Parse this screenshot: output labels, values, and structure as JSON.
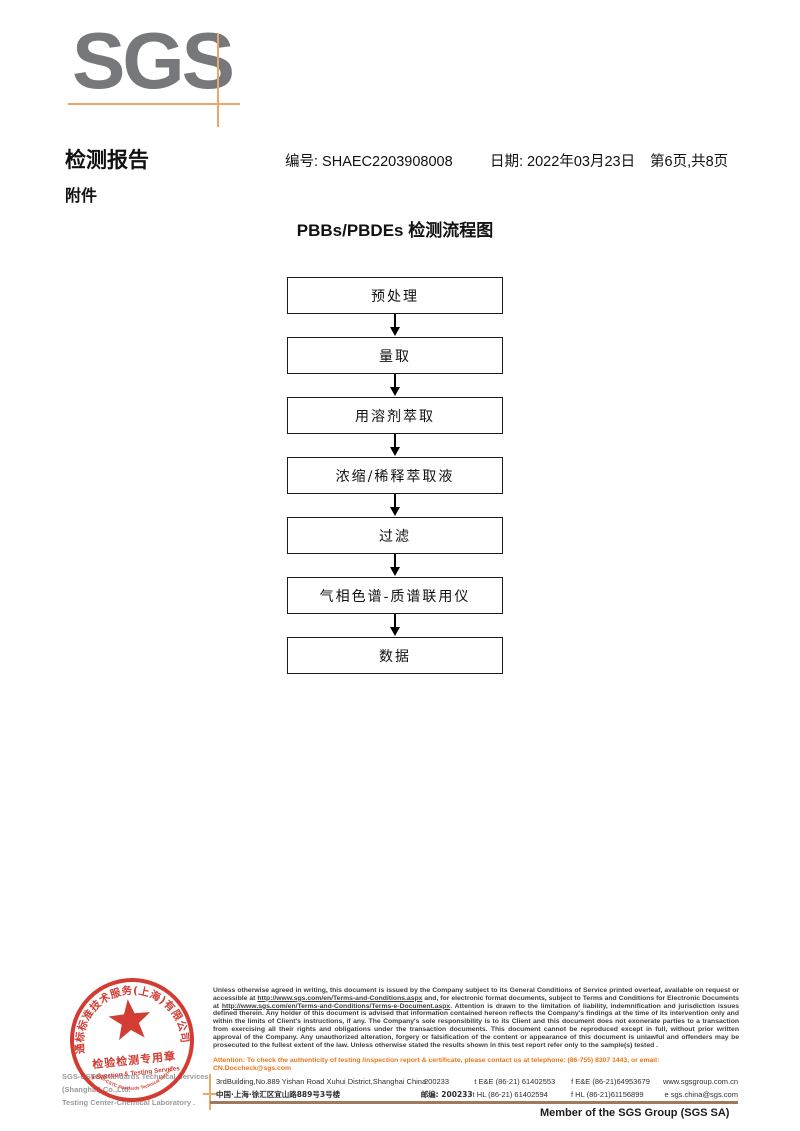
{
  "logo": {
    "text": "SGS"
  },
  "header": {
    "report_title": "检测报告",
    "report_no": "编号: SHAEC2203908008",
    "date": "日期: 2022年03月23日",
    "page_info": "第6页,共8页",
    "attachment": "附件"
  },
  "flowchart": {
    "title": "PBBs/PBDEs 检测流程图",
    "steps": [
      "预处理",
      "量取",
      "用溶剂萃取",
      "浓缩/稀释萃取液",
      "过滤",
      "气相色谱-质谱联用仪",
      "数据"
    ]
  },
  "stamp": {
    "ring_text_top": "通标标准技术服务(上海)有限公司",
    "ring_text_bottom": "SGS-CSTC Standards Technical Services",
    "center_line1": "检验检测专用章",
    "center_line2": "Inspection & Testing Services"
  },
  "company": {
    "line1": "SGS-CSTC Standards Technical Services (Shanghai) Co.,Ltd.",
    "line2": "Testing Center-Chemical Laboratory ."
  },
  "footer": {
    "disclaimer_p1": "Unless otherwise agreed in writing, this document is issued by the Company subject to its General Conditions of Service printed overleaf, available on request or accessible at ",
    "disclaimer_url1": "http://www.sgs.com/en/Terms-and-Conditions.aspx",
    "disclaimer_p2": " and, for electronic format documents, subject to Terms and Conditions for Electronic Documents at ",
    "disclaimer_url2": "http://www.sgs.com/en/Terms-and-Conditions/Terms-e-Document.aspx",
    "disclaimer_p3": ". Attention is drawn to the limitation of liability, indemnification and jurisdiction issues defined therein. Any holder of this document is advised that information contained hereon reflects the Company's findings at the time of its intervention only and within the limits of Client's instructions, if any. The Company's sole responsibility is to its Client and this document does not exonerate parties to a transaction from exercising all their rights and obligations under the transaction documents. This document cannot be reproduced except in full, without prior written approval of the Company. Any unauthorized alteration, forgery or falsification of the content or appearance of this document is unlawful and offenders may be prosecuted to the fullest extent of the law. Unless otherwise stated the results shown in this test report refer only to the sample(s) tested .",
    "attention": "Attention: To check the authenticity of testing /inspection report & certificate, please contact us at telephone: (86-755) 8307 1443, or email: CN.Doccheck@sgs.com",
    "address_en": "3rdBuilding,No.889 Yishan Road Xuhui District,Shanghai China",
    "postcode_en": "200233",
    "tel_ee": "t E&E (86-21) 61402553",
    "fax_ee": "f E&E (86-21)64953679",
    "web": "www.sgsgroup.com.cn",
    "address_cn": "中国·上海·徐汇区宜山路889号3号楼",
    "postcode_cn": "邮编: 200233",
    "tel_hl": "t HL (86-21) 61402594",
    "fax_hl": "f HL (86-21)61156899",
    "email": "e sgs.china@sgs.com",
    "member": "Member of the SGS Group (SGS SA)"
  },
  "colors": {
    "logo_gray": "#77787b",
    "crop_orange": "#e9a869",
    "stamp_red": "#cf2c22",
    "attention_orange": "#e8761a",
    "footer_line_brown": "#9c7b5e"
  }
}
